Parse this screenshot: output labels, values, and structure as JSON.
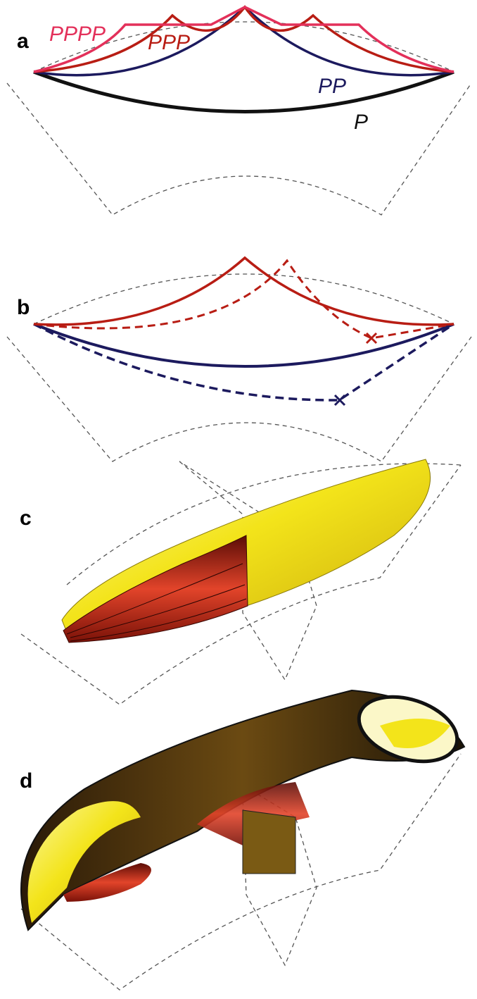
{
  "panels": [
    {
      "letter": "a",
      "ray_labels": {
        "pppp": "PPPP",
        "ppp": "PPP",
        "pp": "PP",
        "p": "P"
      }
    },
    {
      "letter": "b"
    },
    {
      "letter": "c"
    },
    {
      "letter": "d"
    }
  ],
  "colors": {
    "P": "#111111",
    "PP": "#1c1a5e",
    "PPP": "#b81d14",
    "PPPP": "#e3305a",
    "shell": "#555555",
    "surface_outer": "#f2e619",
    "surface_inner": "#b81d14"
  }
}
